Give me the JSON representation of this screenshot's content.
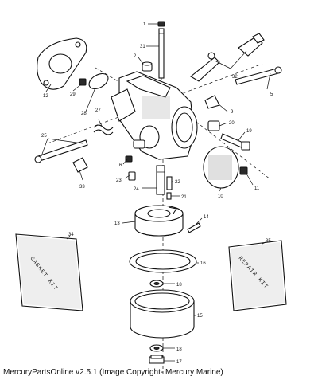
{
  "diagram": {
    "callouts": [
      {
        "id": "c1",
        "label": "1"
      },
      {
        "id": "c2",
        "label": "2"
      },
      {
        "id": "c5",
        "label": "5"
      },
      {
        "id": "c6",
        "label": "6"
      },
      {
        "id": "c9",
        "label": "9"
      },
      {
        "id": "c10",
        "label": "10"
      },
      {
        "id": "c11",
        "label": "11"
      },
      {
        "id": "c12",
        "label": "12"
      },
      {
        "id": "c13",
        "label": "13"
      },
      {
        "id": "c14",
        "label": "14"
      },
      {
        "id": "c15",
        "label": "15"
      },
      {
        "id": "c16",
        "label": "16"
      },
      {
        "id": "c17",
        "label": "17"
      },
      {
        "id": "c18a",
        "label": "18"
      },
      {
        "id": "c18b",
        "label": "18"
      },
      {
        "id": "c19",
        "label": "19"
      },
      {
        "id": "c20",
        "label": "20"
      },
      {
        "id": "c21",
        "label": "21"
      },
      {
        "id": "c22",
        "label": "22"
      },
      {
        "id": "c23",
        "label": "23"
      },
      {
        "id": "c24",
        "label": "24"
      },
      {
        "id": "c25",
        "label": "25"
      },
      {
        "id": "c27",
        "label": "27"
      },
      {
        "id": "c28",
        "label": "28"
      },
      {
        "id": "c29",
        "label": "29"
      },
      {
        "id": "c31",
        "label": "31"
      },
      {
        "id": "c32",
        "label": "32"
      },
      {
        "id": "c33",
        "label": "33"
      },
      {
        "id": "c34",
        "label": "34"
      },
      {
        "id": "c35",
        "label": "35"
      }
    ],
    "gasket_kit_text": "GASKET KIT",
    "repair_kit_text": "REPAIR KIT"
  },
  "footer": {
    "caption": "MercuryPartsOnline v2.5.1 (Image Copyright- Mercury Marine)"
  }
}
